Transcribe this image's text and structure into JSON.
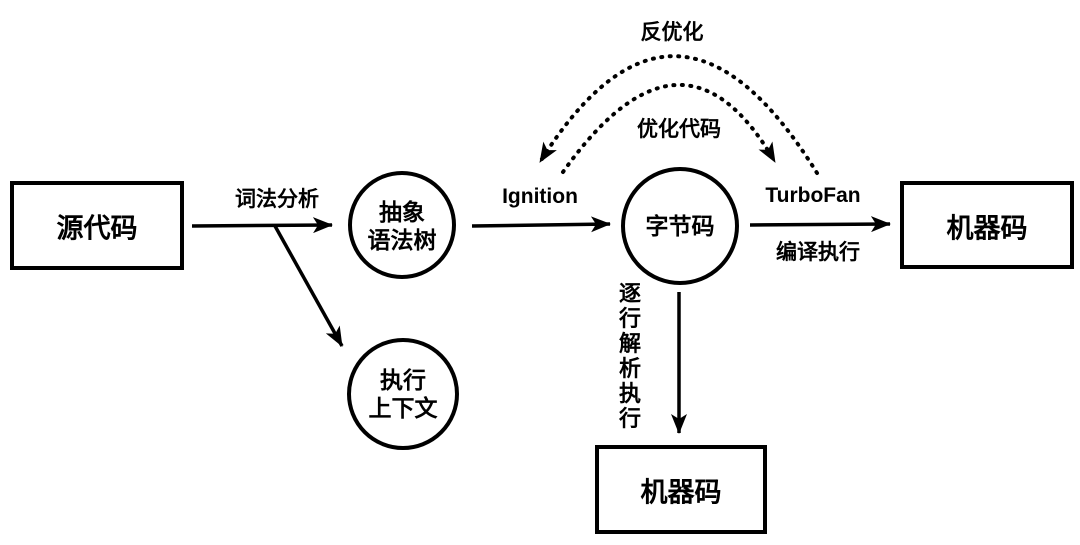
{
  "nodes": {
    "source_code": {
      "label": "源代码"
    },
    "ast": {
      "line1": "抽象",
      "line2": "语法树"
    },
    "execution_context": {
      "line1": "执行",
      "line2": "上下文"
    },
    "bytecode": {
      "label": "字节码"
    },
    "machine_code_right": {
      "label": "机器码"
    },
    "machine_code_bottom": {
      "label": "机器码"
    }
  },
  "edges": {
    "lexical_analysis": {
      "label": "词法分析"
    },
    "ignition": {
      "label": "Ignition"
    },
    "turbofan": {
      "label": "TurboFan",
      "sublabel": "编译执行"
    },
    "deoptimize": {
      "label": "反优化"
    },
    "optimize_code": {
      "label": "优化代码"
    },
    "interpret": {
      "label": "逐行解析执行"
    }
  },
  "colors": {
    "stroke": "#000000",
    "background": "#ffffff"
  }
}
